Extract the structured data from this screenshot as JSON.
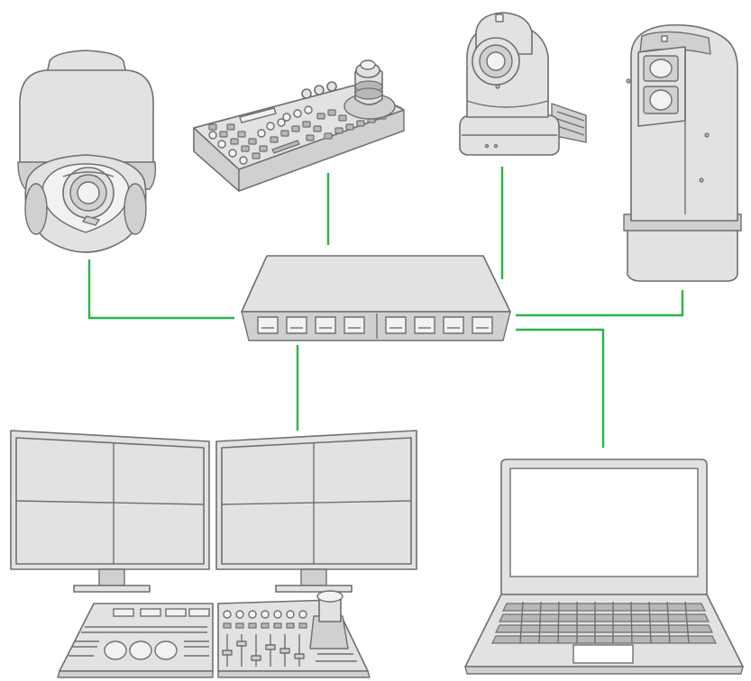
{
  "diagram": {
    "devices": [
      {
        "id": "ptz-dome-camera",
        "icon": "dome-camera-icon"
      },
      {
        "id": "ptz-controller",
        "icon": "joystick-controller-icon"
      },
      {
        "id": "ptz-camera",
        "icon": "ptz-camera-icon"
      },
      {
        "id": "box-ptz-camera",
        "icon": "thermal-ptz-camera-icon"
      },
      {
        "id": "network-switch",
        "icon": "network-switch-icon"
      },
      {
        "id": "monitor-wall",
        "icon": "dual-monitor-icon"
      },
      {
        "id": "video-mixer",
        "icon": "mixer-console-icon"
      },
      {
        "id": "laptop",
        "icon": "laptop-icon"
      }
    ],
    "connections": [
      {
        "from": "ptz-dome-camera",
        "to": "network-switch"
      },
      {
        "from": "ptz-controller",
        "to": "network-switch"
      },
      {
        "from": "ptz-camera",
        "to": "network-switch"
      },
      {
        "from": "box-ptz-camera",
        "to": "network-switch"
      },
      {
        "from": "network-switch",
        "to": "monitor-wall"
      },
      {
        "from": "network-switch",
        "to": "laptop"
      }
    ],
    "colors": {
      "wire": "#2db34a",
      "device_fill": "#e2e2e2",
      "device_stroke": "#6f6f6f",
      "background": "#ffffff"
    }
  }
}
